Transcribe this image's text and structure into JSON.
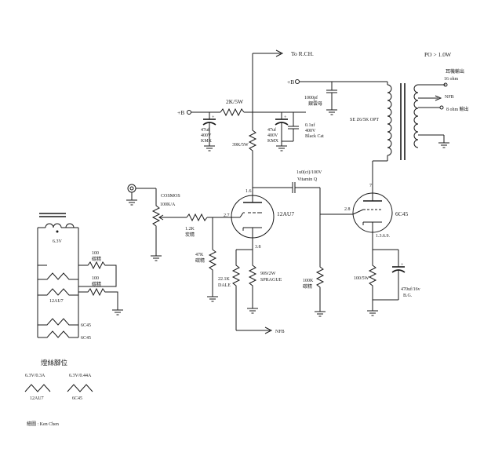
{
  "labels": {
    "to_rch": "To R.CH.",
    "po": "PO > 1.0W",
    "b_plus_left": "+B",
    "b_plus_right": "+B",
    "r_2k": "2K/5W",
    "c47_1": "47uf",
    "c47_1v": "400V",
    "c47_1t": "KMX",
    "c47_2": "47uf",
    "c47_2v": "400V",
    "c47_2t": "KMX",
    "c01": "0.1uf",
    "c01v": "400V",
    "c01t": "Black Cat",
    "r_39k": "39K/5W",
    "c_1000pf": "1000pf",
    "c_1000pf_t": "銀雲母",
    "opt": "SE Z6/5K OPT",
    "hp_out": "耳機輸出",
    "hp_16": "16 ohm",
    "nfb_top": "NFB",
    "out_8": "8 ohm 輸出",
    "c_coup": "1u0(ci)/100V",
    "c_coup_t": "Vitamin Q",
    "cosmos": "COSMOS",
    "pot": "100K/A",
    "r_12k": "1.2K",
    "r_12k_t": "炭精",
    "v1": "12AU7",
    "v2": "6C45",
    "pin_16": "1.6",
    "pin_27": "2.7",
    "pin_38": "3.8",
    "pin_7": "7",
    "pin_28": "2.8",
    "pin_1369": "1.3.6.9.",
    "r_47k": "47K",
    "r_47k_t": "碳精",
    "r_221k": "22.1K",
    "r_221k_t": "DALE",
    "r_909": "909/2W",
    "r_909_t": "SPRAGUE",
    "r_100k": "100K",
    "r_100k_t": "碳精",
    "r_100_5w": "100/5W",
    "c_470": "470uf/16v",
    "c_470_t": "B.G.",
    "nfb_bottom": "NFB",
    "heater_v": "6.3V",
    "hr_100_a": "100",
    "hr_100_a_t": "碳精",
    "hr_100_b": "100",
    "hr_100_b_t": "碳精",
    "heater_12au7": "12AU7",
    "heater_6c45_a": "6C45",
    "heater_6c45_b": "6C45",
    "legend_title": "燈絲腳位",
    "leg1_v": "6.3V/0.3A",
    "leg2_v": "6.3V/0.44A",
    "leg1_name": "12AU7",
    "leg2_name": "6C45",
    "author": "繪圖 : Ken Chen"
  }
}
